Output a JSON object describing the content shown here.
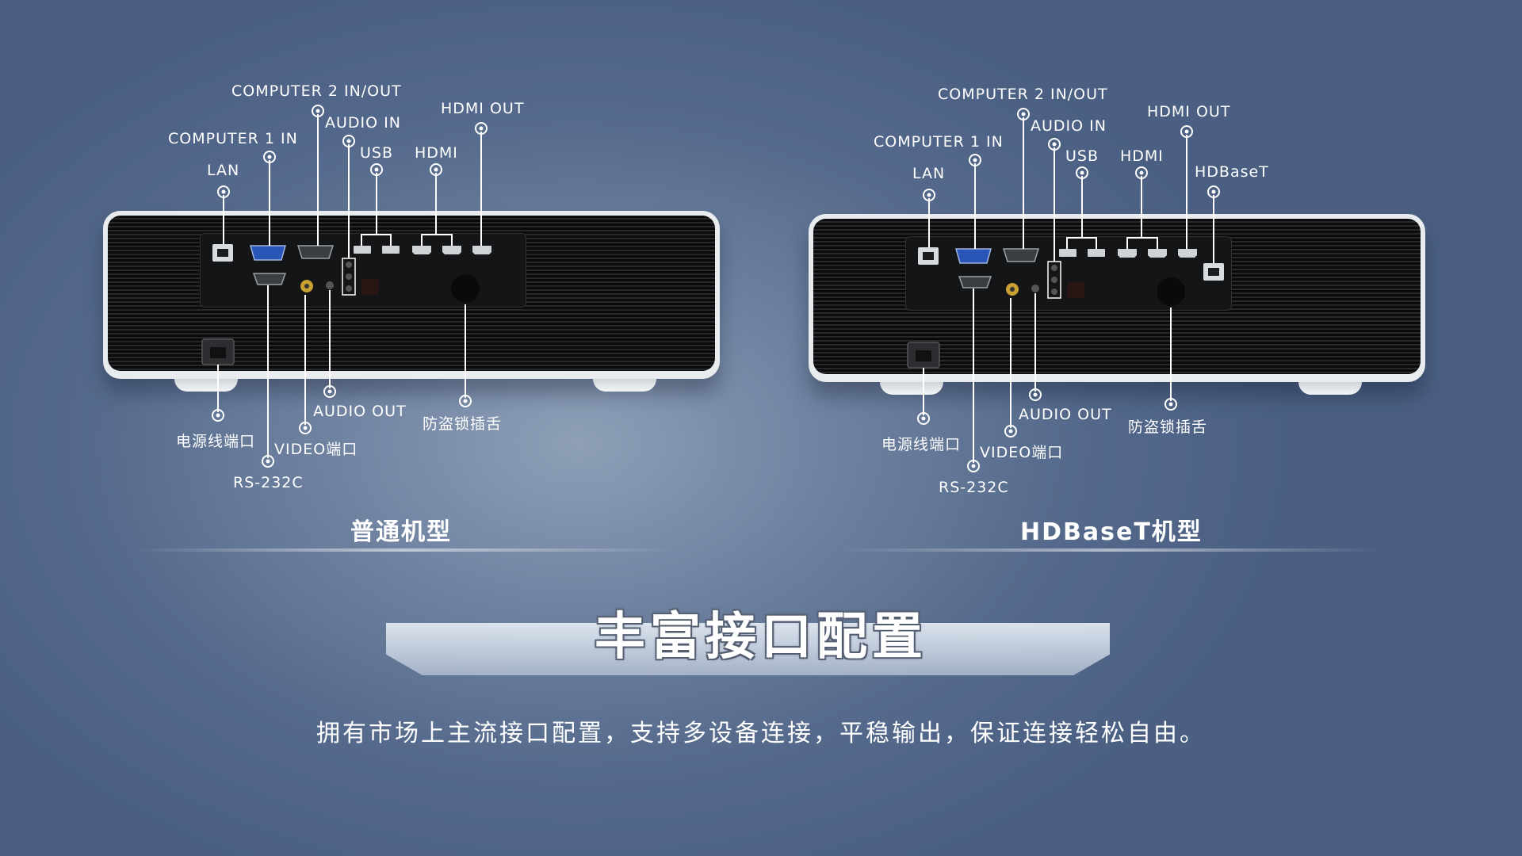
{
  "left_model": {
    "title": "普通机型",
    "labels": {
      "computer2": "COMPUTER 2 IN/OUT",
      "audio_in": "AUDIO IN",
      "hdmi_out": "HDMI OUT",
      "computer1": "COMPUTER 1 IN",
      "usb": "USB",
      "hdmi": "HDMI",
      "lan": "LAN",
      "audio_out": "AUDIO OUT",
      "lock": "防盗锁插舌",
      "power": "电源线端口",
      "video": "VIDEO端口",
      "rs232": "RS-232C"
    }
  },
  "right_model": {
    "title": "HDBaseT机型",
    "labels": {
      "computer2": "COMPUTER 2 IN/OUT",
      "audio_in": "AUDIO IN",
      "hdmi_out": "HDMI OUT",
      "computer1": "COMPUTER 1 IN",
      "usb": "USB",
      "hdmi": "HDMI",
      "hdbaset": "HDBaseT",
      "lan": "LAN",
      "audio_out": "AUDIO OUT",
      "lock": "防盗锁插舌",
      "power": "电源线端口",
      "video": "VIDEO端口",
      "rs232": "RS-232C"
    }
  },
  "banner": {
    "title": "丰富接口配置",
    "subtitle": "拥有市场上主流接口配置，支持多设备连接，平稳输出，保证连接轻松自由。"
  },
  "colors": {
    "background": "#6f82a0",
    "vga_port": "#2a56b8",
    "text": "#ffffff"
  }
}
